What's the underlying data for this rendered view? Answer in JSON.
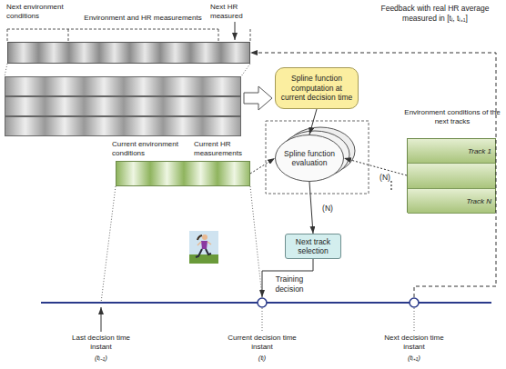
{
  "diagram": {
    "nodes": [
      {
        "text": [
          "Next environment conditions",
          "Environment and HR measurements",
          "Next HR measured"
        ]
      },
      {
        "text": [
          "Spline function computation at current decision time"
        ]
      },
      {
        "text": [
          "Current environment conditions",
          "Current HR measurements"
        ]
      },
      {
        "text": [
          "Spline function evaluation"
        ]
      },
      {
        "text": [
          "Environment conditions of the next tracks",
          "Track 1",
          "Track N"
        ]
      },
      {
        "text": [
          "Next track selection"
        ]
      },
      {
        "text": [
          "Current decision time instant",
          "(tᵢ)"
        ]
      },
      {
        "text": [
          "Next decision time instant",
          "(tᵢ₊₁)"
        ]
      }
    ],
    "edges": [
      {
        "from": 1,
        "to": 3,
        "arrow": "to"
      },
      {
        "from": 4,
        "to": 3,
        "arrow": "to",
        "label": "(N)"
      },
      {
        "from": 2,
        "to": 3,
        "arrow": "to"
      },
      {
        "from": 3,
        "to": 5,
        "arrow": "to",
        "label": "(N)"
      },
      {
        "from": 5,
        "to": 6,
        "arrow": "to",
        "label": "Training decision"
      },
      {
        "from": 7,
        "to": 0,
        "arrow": "to",
        "label": "Feedback with real HR average measured in [tᵢ, tᵢ₊₁]"
      }
    ],
    "labels": [
      "Last decision time instant",
      "(tᵢ₋₁)"
    ]
  }
}
